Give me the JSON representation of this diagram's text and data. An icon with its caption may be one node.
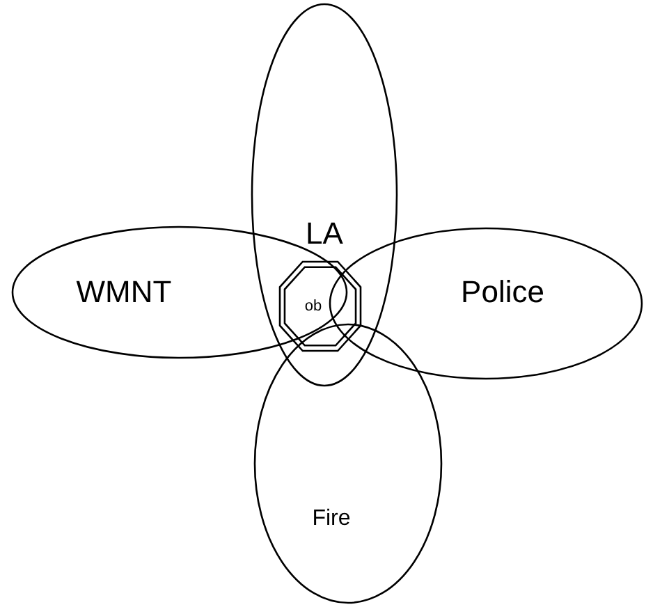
{
  "diagram": {
    "nodes": [
      {
        "text": [
          "LA"
        ]
      },
      {
        "text": [
          "WMNT"
        ]
      },
      {
        "text": [
          "Police"
        ]
      },
      {
        "text": [
          "Fire"
        ]
      },
      {
        "text": [
          "ob"
        ],
        "in": 0
      }
    ]
  }
}
